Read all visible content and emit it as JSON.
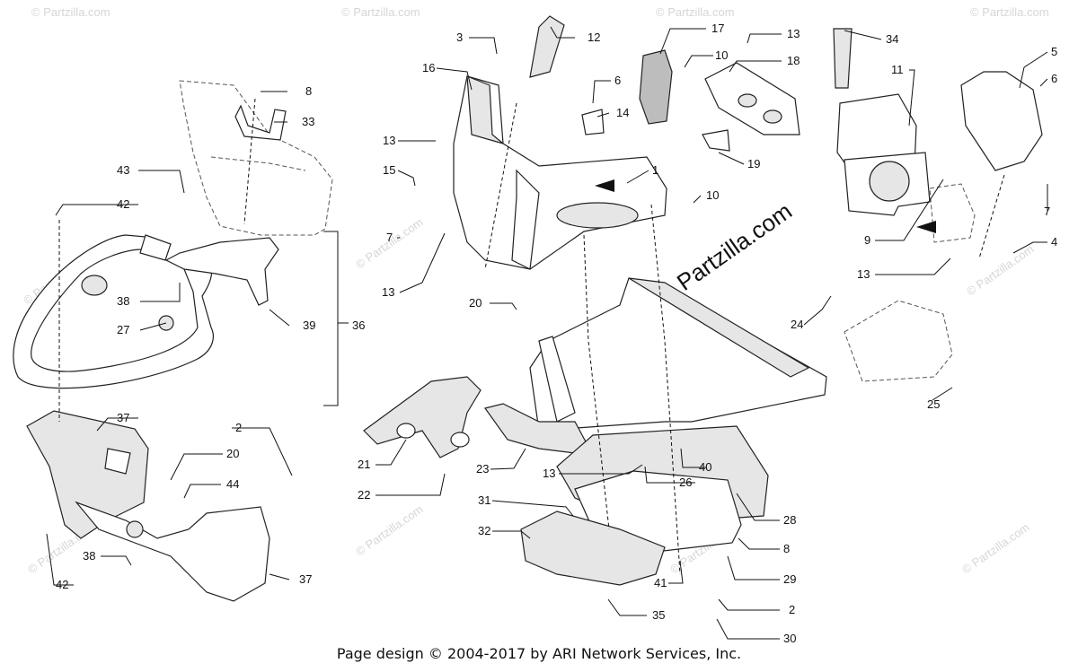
{
  "watermark": "© Partzilla.com",
  "callouts": {
    "c1": "1",
    "c2a": "2",
    "c2b": "2",
    "c3": "3",
    "c4": "4",
    "c5": "5",
    "c6a": "6",
    "c6b": "6",
    "c7a": "7",
    "c7b": "7",
    "c8a": "8",
    "c8b": "8",
    "c9": "9",
    "c10a": "10",
    "c10b": "10",
    "c11": "11",
    "c12": "12",
    "c13a": "13",
    "c13b": "13",
    "c13c": "13",
    "c13d": "13",
    "c13e": "13",
    "c14": "14",
    "c15": "15",
    "c16": "16",
    "c17": "17",
    "c18": "18",
    "c19": "19",
    "c20a": "20",
    "c20b": "20",
    "c21": "21",
    "c22": "22",
    "c23": "23",
    "c24": "24",
    "c25": "25",
    "c26": "26",
    "c27": "27",
    "c28": "28",
    "c29": "29",
    "c30": "30",
    "c31": "31",
    "c32": "32",
    "c33": "33",
    "c34": "34",
    "c35": "35",
    "c36": "36",
    "c37a": "37",
    "c37b": "37",
    "c38a": "38",
    "c38b": "38",
    "c39": "39",
    "c40": "40",
    "c41": "41",
    "c42a": "42",
    "c42b": "42",
    "c43": "43",
    "c44": "44"
  },
  "footer": "Page design © 2004-2017 by ARI Network Services, Inc."
}
